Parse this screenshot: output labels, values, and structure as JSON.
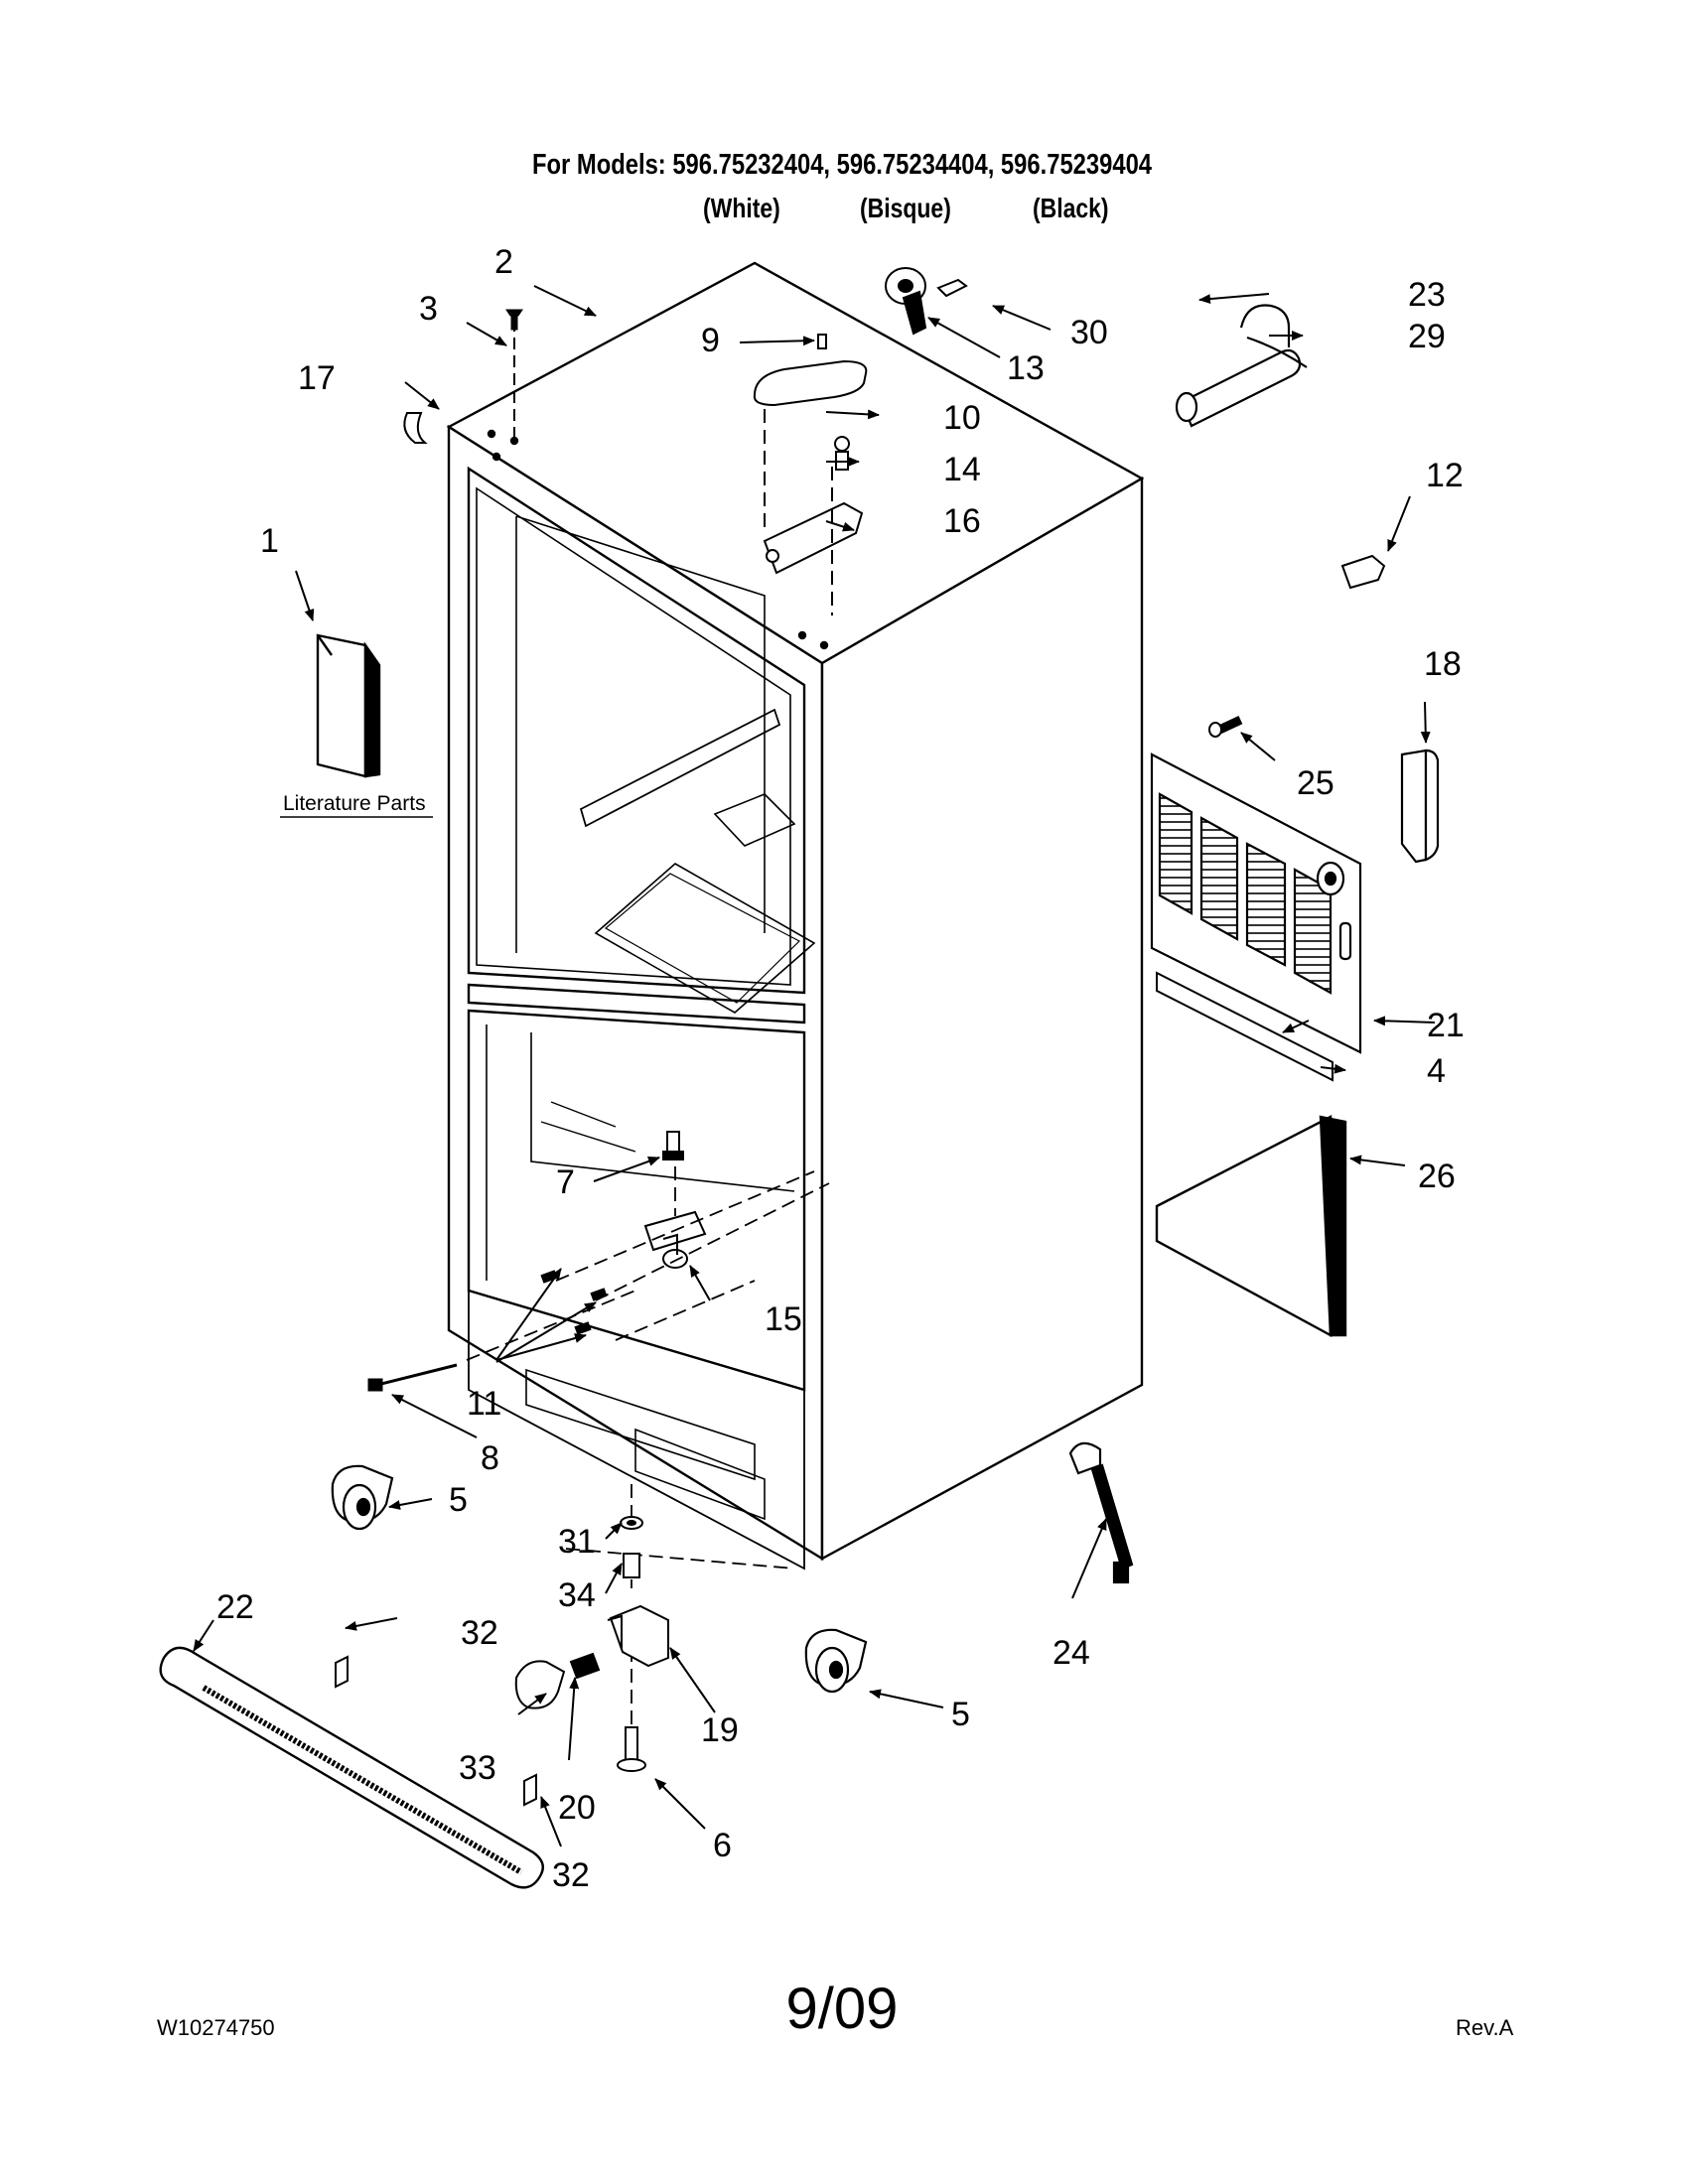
{
  "header": {
    "models_line": "For Models: 596.75232404, 596.75234404, 596.75239404",
    "color_white": "(White)",
    "color_bisque": "(Bisque)",
    "color_black": "(Black)"
  },
  "callouts": {
    "c1": "1",
    "c2": "2",
    "c3": "3",
    "c4": "4",
    "c5a": "5",
    "c5b": "5",
    "c6": "6",
    "c7": "7",
    "c8": "8",
    "c9": "9",
    "c10": "10",
    "c11": "11",
    "c12": "12",
    "c13": "13",
    "c14": "14",
    "c15": "15",
    "c16": "16",
    "c17": "17",
    "c18": "18",
    "c19": "19",
    "c20": "20",
    "c21": "21",
    "c22": "22",
    "c23": "23",
    "c24": "24",
    "c25": "25",
    "c26": "26",
    "c29": "29",
    "c30": "30",
    "c31": "31",
    "c32a": "32",
    "c32b": "32",
    "c33": "33",
    "c34": "34"
  },
  "literature_label": "Literature Parts",
  "footer": {
    "doc_number": "W10274750",
    "date": "9/09",
    "revision": "Rev.A"
  }
}
